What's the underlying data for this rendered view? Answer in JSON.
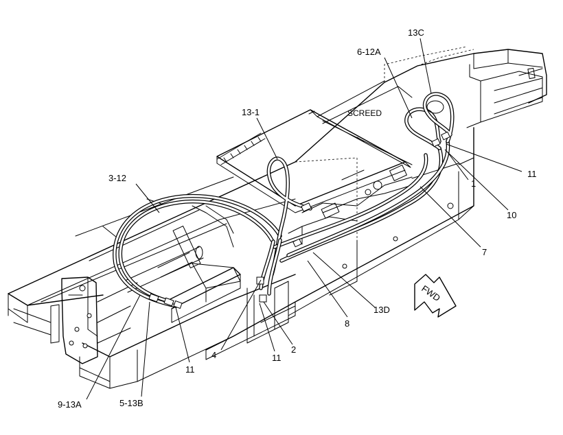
{
  "drawing": {
    "screed_label": "SCREED",
    "direction_label": "FWD"
  },
  "callouts": [
    {
      "id": "13c",
      "text": "13C"
    },
    {
      "id": "6-12a",
      "text": "6-12A"
    },
    {
      "id": "13-1",
      "text": "13-1"
    },
    {
      "id": "3-12",
      "text": "3-12"
    },
    {
      "id": "11-right",
      "text": "11"
    },
    {
      "id": "1",
      "text": "1"
    },
    {
      "id": "10",
      "text": "10"
    },
    {
      "id": "7",
      "text": "7"
    },
    {
      "id": "13d",
      "text": "13D"
    },
    {
      "id": "8",
      "text": "8"
    },
    {
      "id": "2",
      "text": "2"
    },
    {
      "id": "11-mid",
      "text": "11"
    },
    {
      "id": "4",
      "text": "4"
    },
    {
      "id": "11-left",
      "text": "11"
    },
    {
      "id": "9-13a",
      "text": "9-13A"
    },
    {
      "id": "5-13b",
      "text": "5-13B"
    }
  ]
}
